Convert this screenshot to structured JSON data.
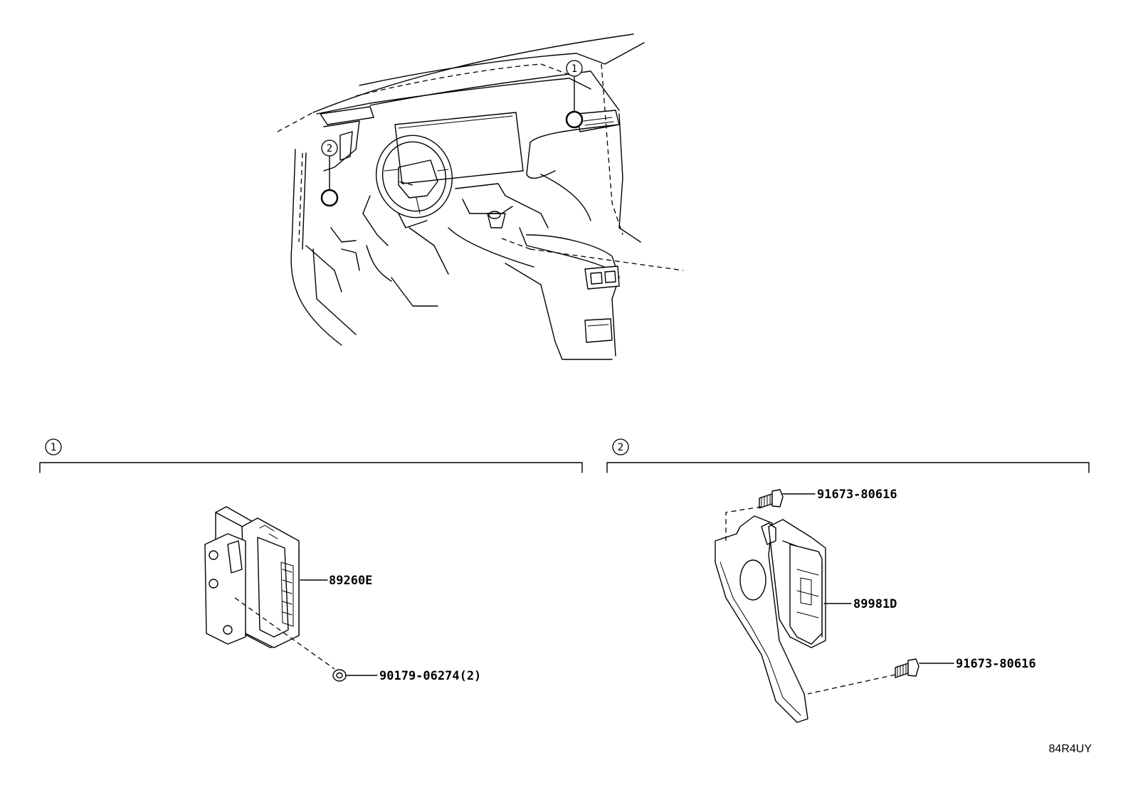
{
  "locator": {
    "callouts": [
      "1",
      "2"
    ]
  },
  "sections": [
    {
      "callout": "1",
      "parts": [
        {
          "id": "ecu",
          "label": "89260E"
        },
        {
          "id": "nut",
          "label": "90179-06274(2)"
        }
      ]
    },
    {
      "callout": "2",
      "parts": [
        {
          "id": "bolt-top",
          "label": "91673-80616"
        },
        {
          "id": "module",
          "label": "89981D"
        },
        {
          "id": "bolt-bottom",
          "label": "91673-80616"
        }
      ]
    }
  ],
  "diagram_code": "84R4UY"
}
